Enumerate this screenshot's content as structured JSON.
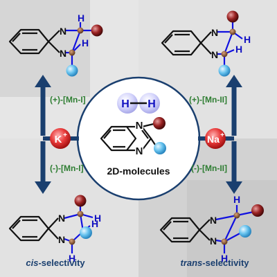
{
  "atoms": {
    "nitrogen": "N",
    "hydrogen": "H"
  },
  "center": {
    "hydrogen_atom_left": "H",
    "hydrogen_atom_right": "H",
    "label": "2D-molecules"
  },
  "left_axis": {
    "cation_symbol": "K",
    "cation_charge": "+",
    "upper_catalyst": "(+)-[Mn-I]",
    "lower_catalyst": "(-)-[Mn-I]"
  },
  "right_axis": {
    "cation_symbol": "Na",
    "cation_charge": "+",
    "upper_catalyst": "(+)-[Mn-II]",
    "lower_catalyst": "(-)-[Mn-II]"
  },
  "bottom_left": {
    "prefix": "cis",
    "suffix": "-selectivity"
  },
  "bottom_right": {
    "prefix": "trans",
    "suffix": "-selectivity"
  },
  "colors": {
    "quadrant_light": "#e6e6e6",
    "quadrant_dark": "#c8c8c8",
    "arrow": "#1a3f6f",
    "bond": "#1010e0",
    "label_green": "#2e7d32",
    "sphere_red": "#8b1a1a",
    "sphere_blue": "#5bb8e8",
    "carbon_brown": "#7a4b2b"
  }
}
